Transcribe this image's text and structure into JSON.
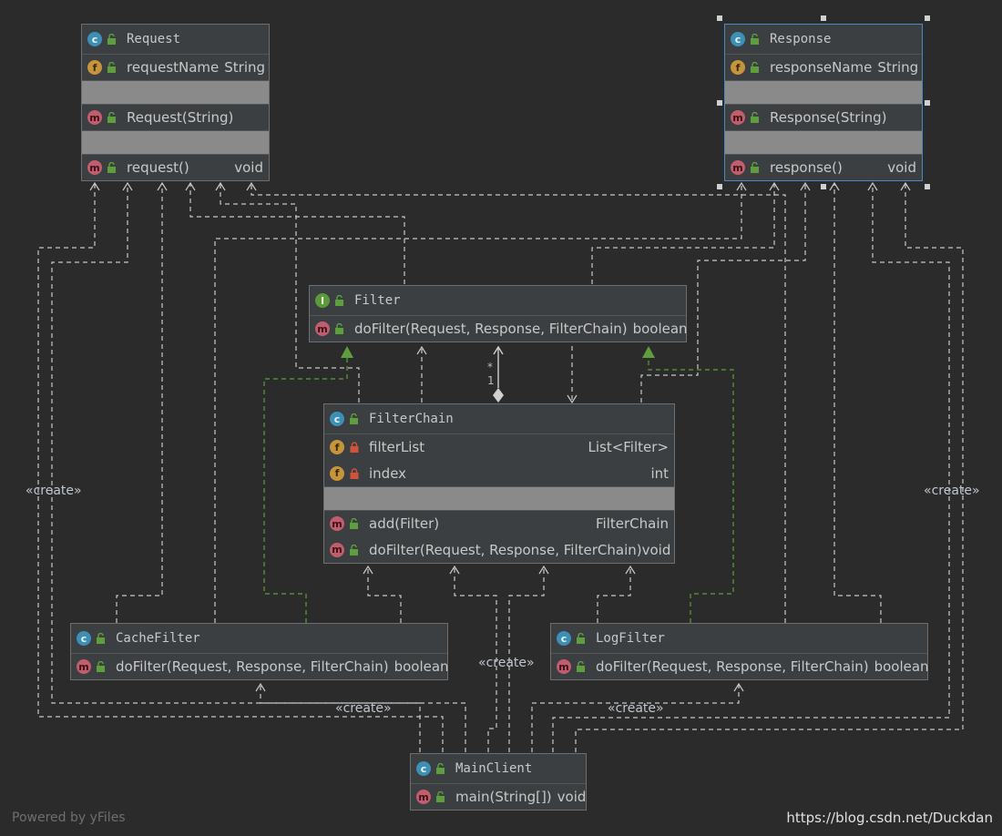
{
  "classes": {
    "request": {
      "name": "Request",
      "field": {
        "name": "requestName",
        "type": "String"
      },
      "constructor": {
        "name": "Request(String)"
      },
      "method": {
        "name": "request()",
        "type": "void"
      }
    },
    "response": {
      "name": "Response",
      "field": {
        "name": "responseName",
        "type": "String"
      },
      "constructor": {
        "name": "Response(String)"
      },
      "method": {
        "name": "response()",
        "type": "void"
      }
    },
    "filter": {
      "name": "Filter",
      "method": {
        "name": "doFilter(Request, Response, FilterChain)",
        "type": "boolean"
      }
    },
    "filterchain": {
      "name": "FilterChain",
      "fields": [
        {
          "name": "filterList",
          "type": "List<Filter>"
        },
        {
          "name": "index",
          "type": "int"
        }
      ],
      "methods": [
        {
          "name": "add(Filter)",
          "type": "FilterChain"
        },
        {
          "name": "doFilter(Request, Response, FilterChain)",
          "type": "void"
        }
      ]
    },
    "cachefilter": {
      "name": "CacheFilter",
      "method": {
        "name": "doFilter(Request, Response, FilterChain)",
        "type": "boolean"
      }
    },
    "logfilter": {
      "name": "LogFilter",
      "method": {
        "name": "doFilter(Request, Response, FilterChain)",
        "type": "boolean"
      }
    },
    "mainclient": {
      "name": "MainClient",
      "method": {
        "name": "main(String[])",
        "type": "void"
      }
    }
  },
  "badges": {
    "class": "c",
    "interface": "I",
    "field": "f",
    "method": "m"
  },
  "labels": {
    "create": "«create»",
    "mult_many": "*",
    "mult_one": "1"
  },
  "footer": {
    "powered": "Powered by yFiles",
    "credit": "https://blog.csdn.net/Duckdan"
  },
  "colors": {
    "background": "#2b2b2b",
    "node_fill": "#3c3f41",
    "edge_dependency": "#c8c8c8",
    "edge_realization": "#5e9e3e",
    "selection": "#4a88c7"
  }
}
